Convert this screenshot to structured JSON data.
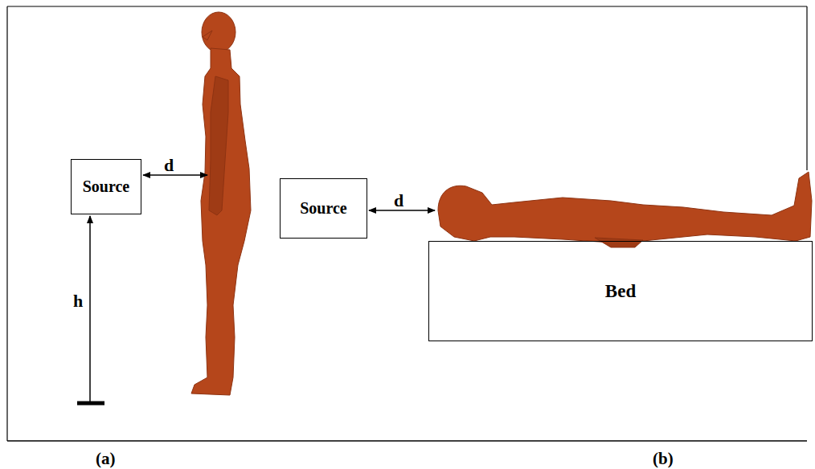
{
  "diagram": {
    "nodes": [
      {
        "text": [
          "Source"
        ]
      },
      {
        "text": [
          "Source"
        ]
      },
      {
        "text": [
          "Bed"
        ]
      }
    ],
    "labels": [
      "d",
      "h",
      "d",
      "(a)",
      "(b)"
    ]
  }
}
